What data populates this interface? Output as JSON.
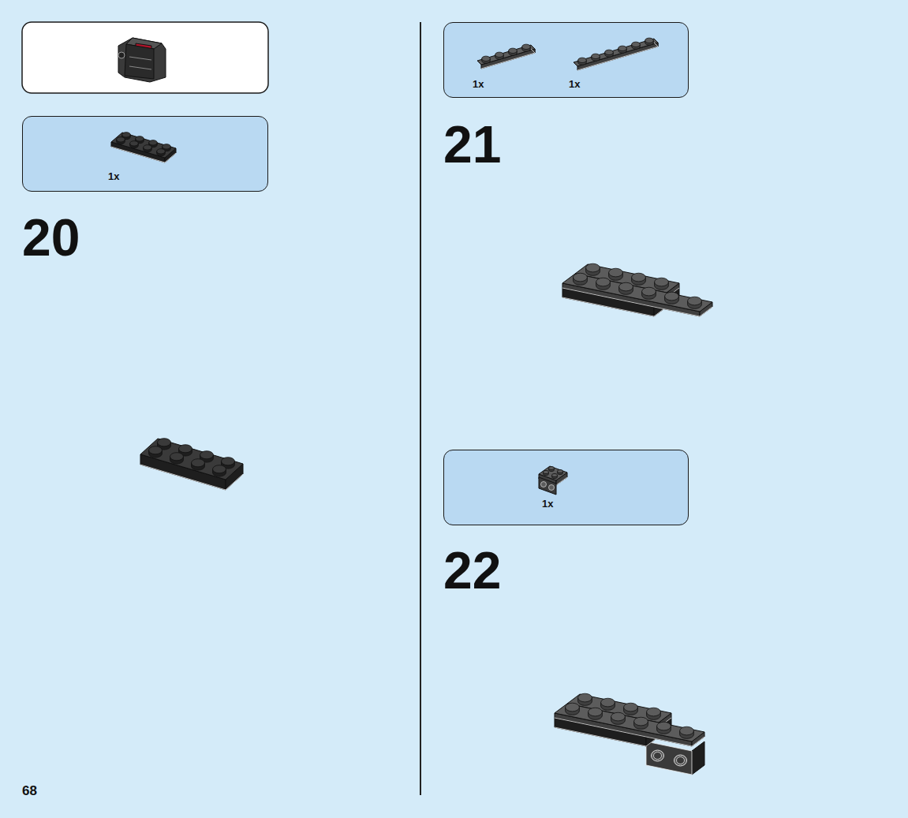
{
  "diagram": {
    "nodes": [
      {
        "text": [
          "1x"
        ]
      },
      {
        "text": [
          "1x",
          "1x"
        ]
      },
      {
        "text": [
          "1x"
        ]
      }
    ],
    "edges": [],
    "labels": [
      "20",
      "21",
      "22",
      "68"
    ]
  }
}
